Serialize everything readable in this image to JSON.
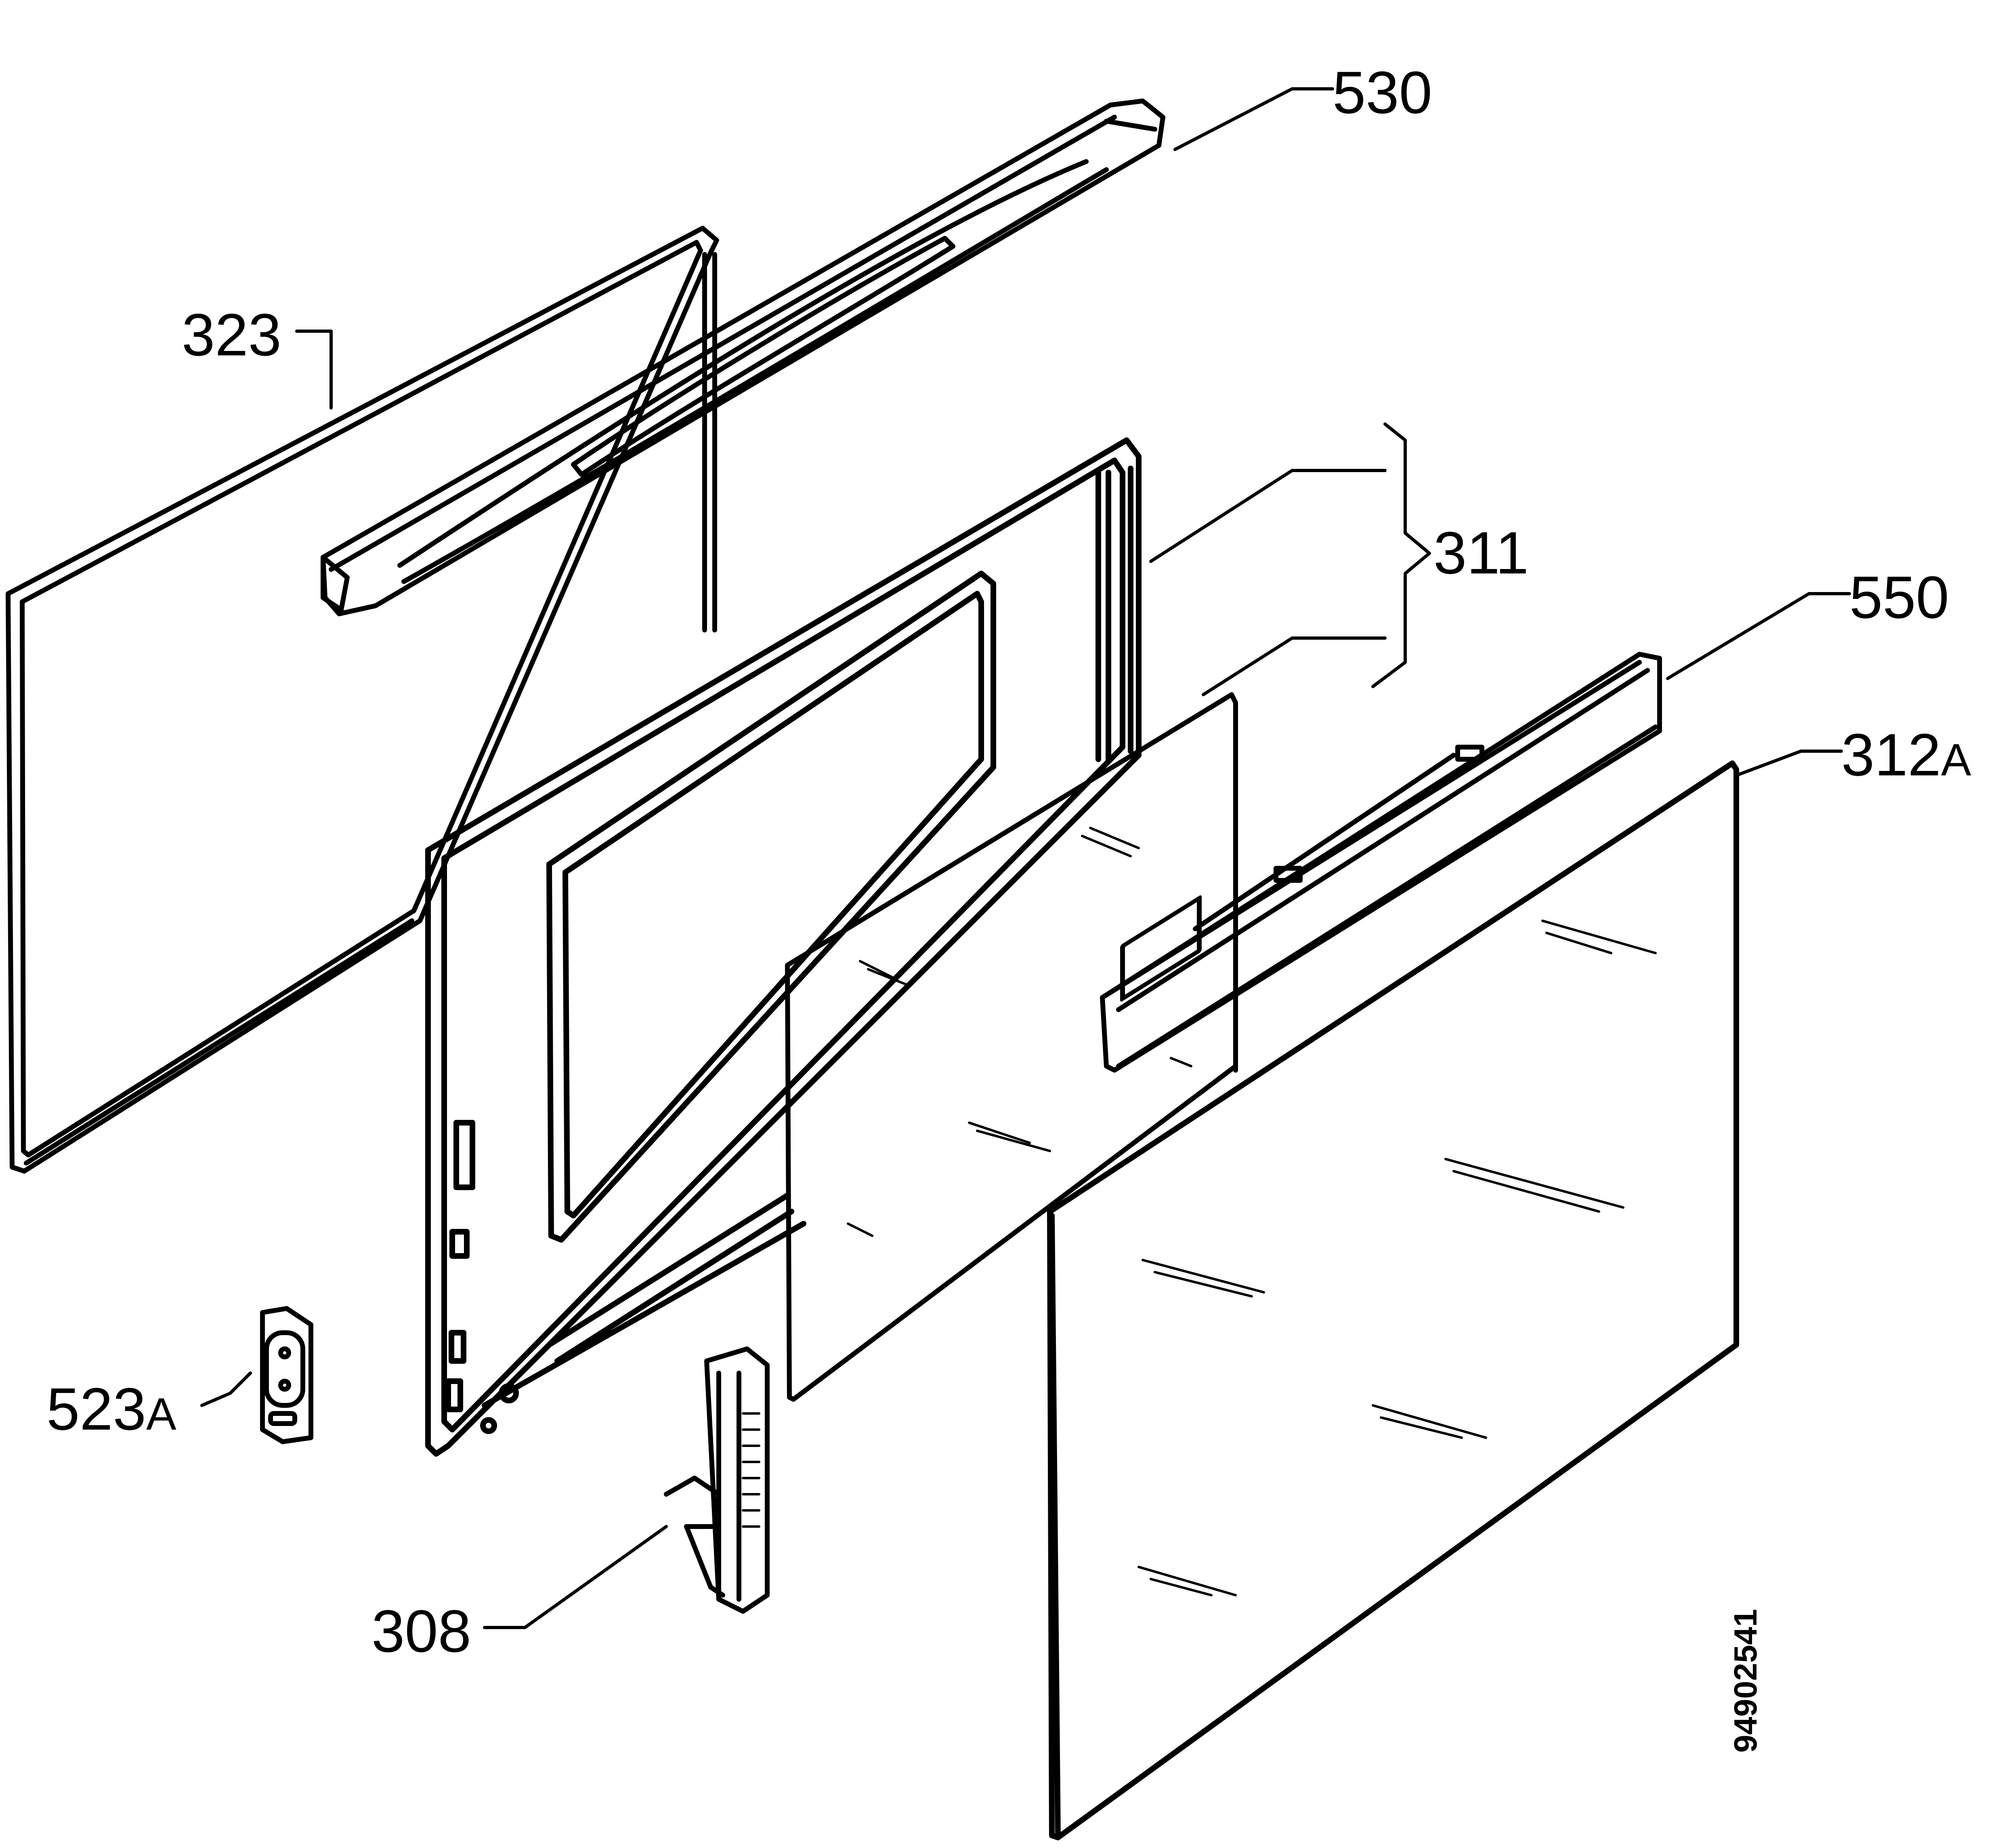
{
  "diagram": {
    "callouts": [
      {
        "id": "530",
        "label": "530"
      },
      {
        "id": "323",
        "label": "323"
      },
      {
        "id": "311",
        "label": "311"
      },
      {
        "id": "550",
        "label": "550"
      },
      {
        "id": "312A",
        "label": "312",
        "suffix": "A"
      },
      {
        "id": "523A",
        "label": "523",
        "suffix": "A"
      },
      {
        "id": "308",
        "label": "308"
      }
    ],
    "document_number": "94902541"
  },
  "colors": {
    "ink": "#000000",
    "background": "#ffffff"
  }
}
